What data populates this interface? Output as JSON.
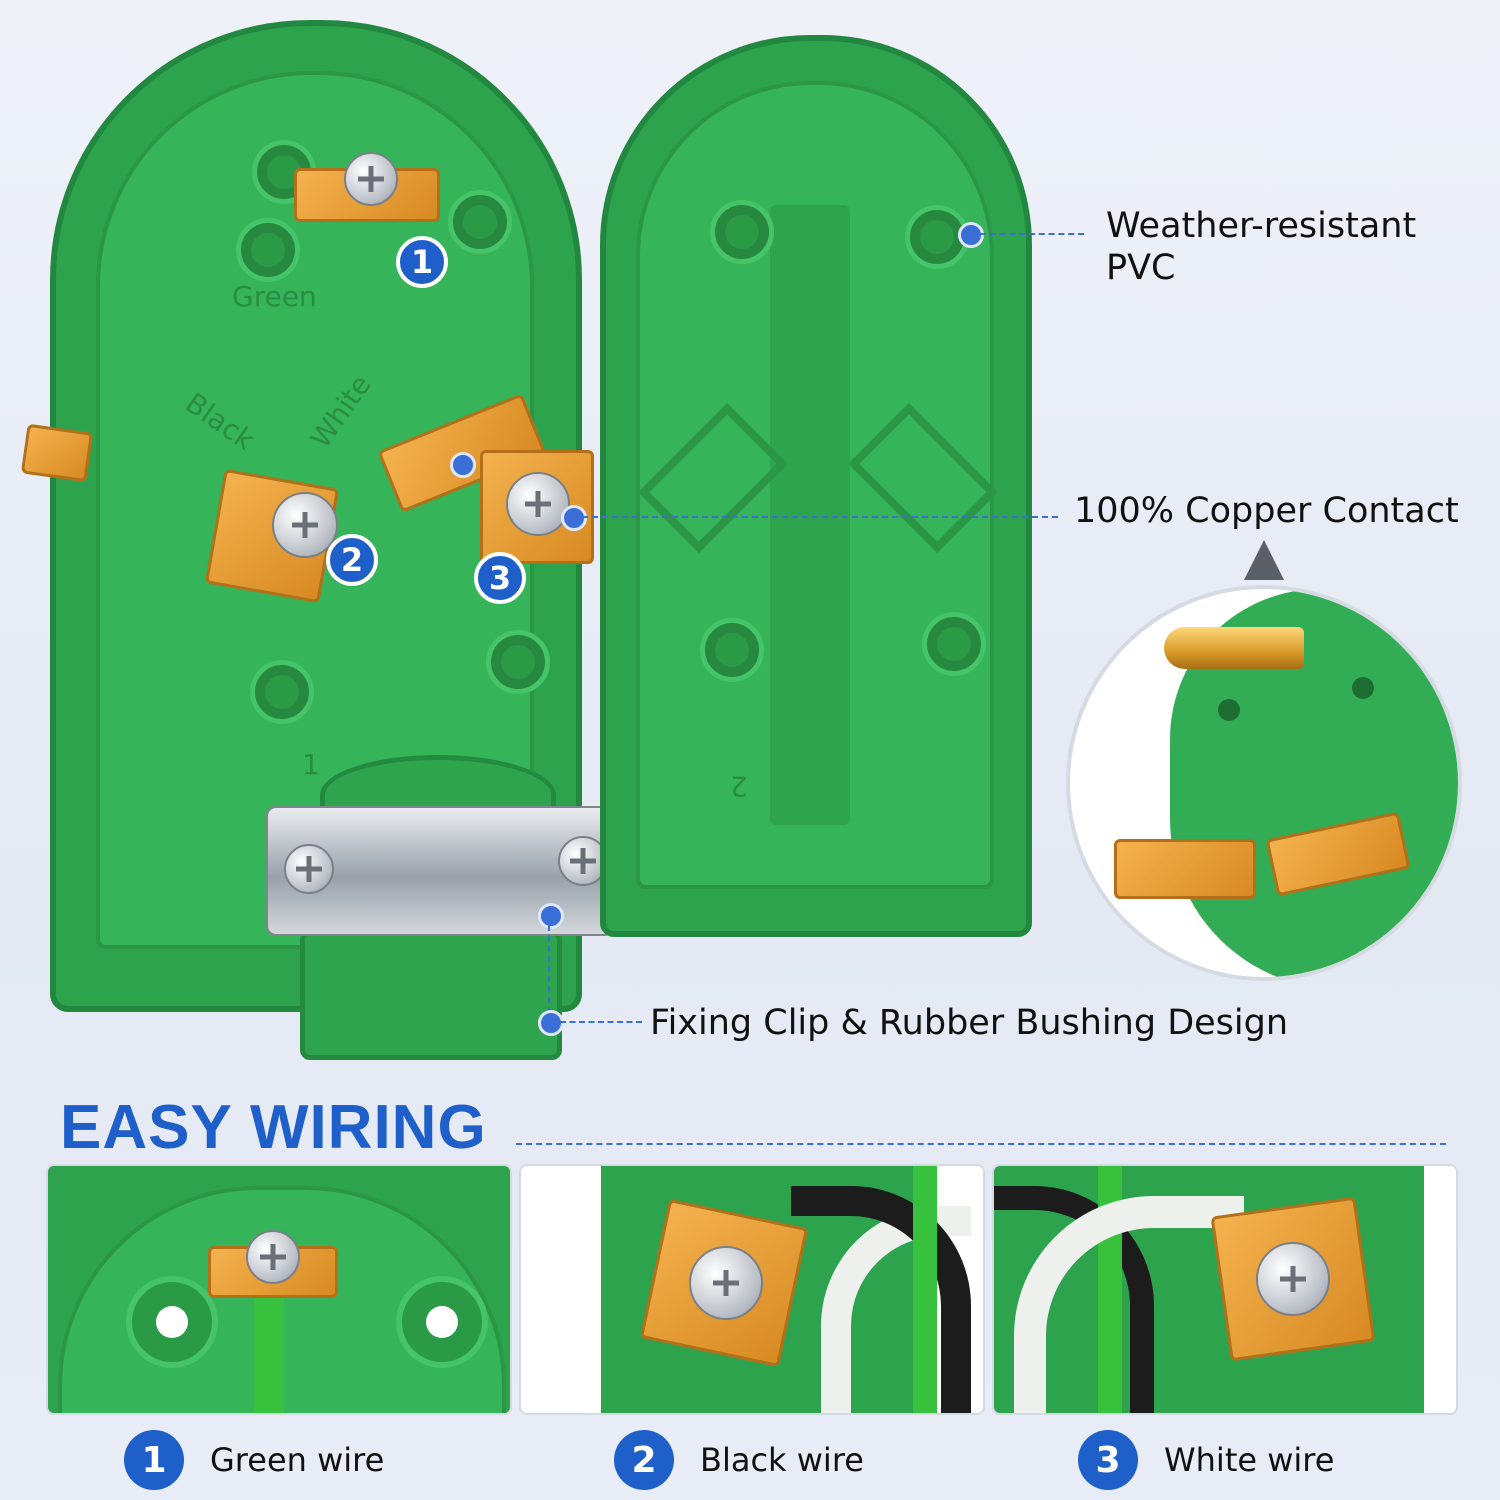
{
  "callouts": {
    "pvc_line1": "Weather-resistant",
    "pvc_line2": "PVC",
    "copper": "100% Copper Contact",
    "clip": "Fixing Clip & Rubber Bushing Design"
  },
  "plug_markings": {
    "green": "Green",
    "black": "Black",
    "white": "White",
    "one": "1",
    "two": "2"
  },
  "terminals": [
    "1",
    "2",
    "3"
  ],
  "easy_wiring": {
    "heading": "EASY WIRING",
    "items": [
      {
        "number": "1",
        "label": "Green wire"
      },
      {
        "number": "2",
        "label": "Black wire"
      },
      {
        "number": "3",
        "label": "White wire"
      }
    ]
  },
  "colors": {
    "accent_blue": "#1f5fc9",
    "housing_green": "#2ea34e",
    "copper": "#e09a32"
  }
}
